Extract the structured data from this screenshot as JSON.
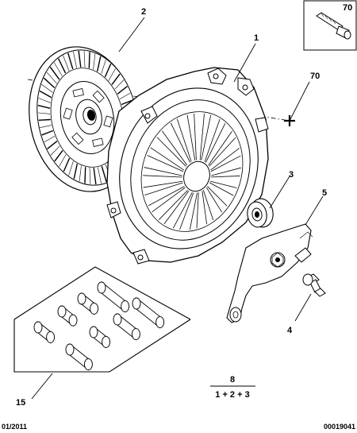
{
  "labels": {
    "disc": "2",
    "pressure_plate": "1",
    "bearing": "3",
    "fork": "5",
    "bolt": "4",
    "pin_kit": "15",
    "bolt_set": "70",
    "inset_bolt": "70"
  },
  "formula": {
    "numerator": "8",
    "denominator": "1 + 2 + 3"
  },
  "footer": {
    "date": "01/2011",
    "reference": "00019041"
  }
}
